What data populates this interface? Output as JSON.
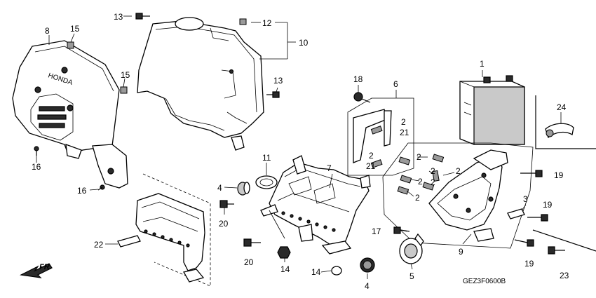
{
  "callouts": {
    "c1": "1",
    "c2a": "2",
    "c2b": "2",
    "c2c": "2",
    "c2d": "2",
    "c2e": "2",
    "c2f": "2",
    "c2g": "2",
    "c2h": "2",
    "c3": "3",
    "c4a": "4",
    "c4b": "4",
    "c5": "5",
    "c6": "6",
    "c7": "7",
    "c8": "8",
    "c9": "9",
    "c10": "10",
    "c11": "11",
    "c12": "12",
    "c13a": "13",
    "c13b": "13",
    "c14a": "14",
    "c14b": "14",
    "c15a": "15",
    "c15b": "15",
    "c16a": "16",
    "c16b": "16",
    "c17": "17",
    "c18": "18",
    "c19a": "19",
    "c19b": "19",
    "c19c": "19",
    "c20a": "20",
    "c20b": "20",
    "c21a": "21",
    "c21b": "21",
    "c22": "22",
    "c23": "23",
    "c24": "24"
  },
  "direction_label": "FR.",
  "diagram_code": "GEZ3F0600B",
  "emblem_text": "HONDA"
}
